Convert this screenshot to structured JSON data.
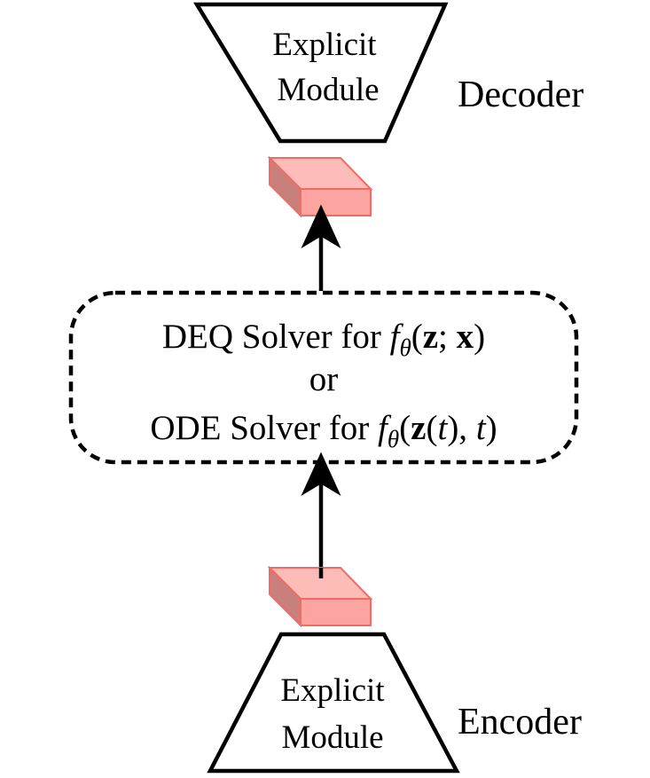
{
  "decoder": {
    "module_line1": "Explicit",
    "module_line2": "Module",
    "label": "Decoder"
  },
  "encoder": {
    "module_line1": "Explicit",
    "module_line2": "Module",
    "label": "Encoder"
  },
  "solver": {
    "deq_prefix": "DEQ Solver for ",
    "deq_f": "f",
    "deq_theta": "θ",
    "deq_open": "(",
    "deq_z": "z",
    "deq_sep": "; ",
    "deq_x": "x",
    "deq_close": ")",
    "or": "or",
    "ode_prefix": "ODE Solver for ",
    "ode_f": "f",
    "ode_theta": "θ",
    "ode_open": "(",
    "ode_z": "z",
    "ode_t_paren": "(",
    "ode_t": "t",
    "ode_t_close": "), ",
    "ode_t2": "t",
    "ode_close": ")"
  },
  "colors": {
    "tensor_fill": "#fca5a0",
    "tensor_side": "#c97f7b",
    "tensor_top": "#fdbcb7",
    "tensor_stroke": "#f26b63",
    "line": "#000000"
  }
}
